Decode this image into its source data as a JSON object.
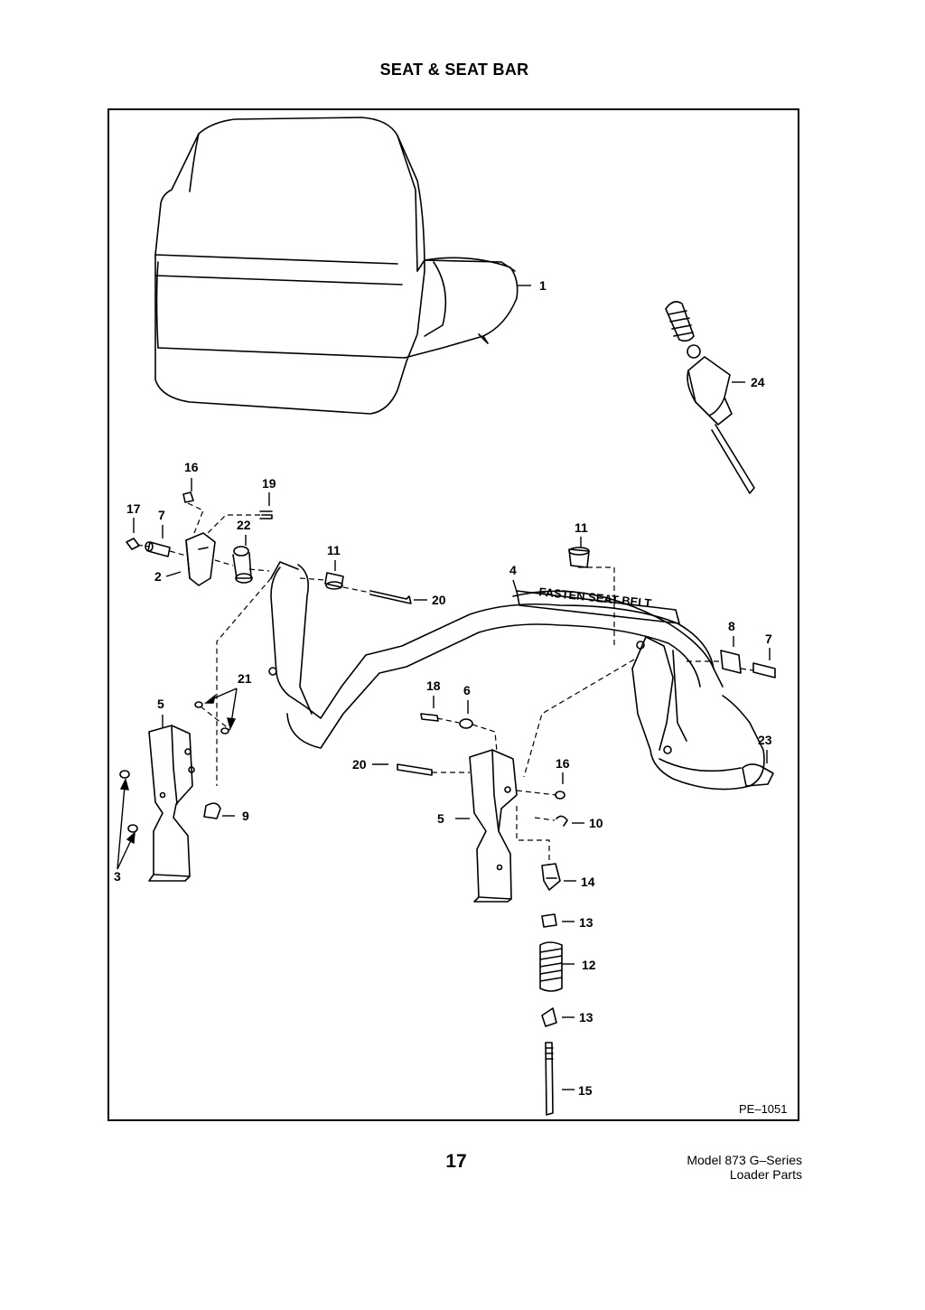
{
  "header": {
    "title": "SEAT & SEAT BAR"
  },
  "diagram": {
    "reference_code": "PE–1051",
    "belt_text": "FASTEN SEAT BELT",
    "callouts": {
      "c1": "1",
      "c2": "2",
      "c3": "3",
      "c4": "4",
      "c5a": "5",
      "c5b": "5",
      "c6": "6",
      "c7a": "7",
      "c7b": "7",
      "c8": "8",
      "c9": "9",
      "c10": "10",
      "c11a": "11",
      "c11b": "11",
      "c12": "12",
      "c13a": "13",
      "c13b": "13",
      "c14": "14",
      "c15": "15",
      "c16a": "16",
      "c16b": "16",
      "c17": "17",
      "c18": "18",
      "c19": "19",
      "c20a": "20",
      "c20b": "20",
      "c21": "21",
      "c22": "22",
      "c23": "23",
      "c24": "24"
    }
  },
  "footer": {
    "page_number": "17",
    "model_line1": "Model 873 G–Series",
    "model_line2": "Loader Parts"
  }
}
